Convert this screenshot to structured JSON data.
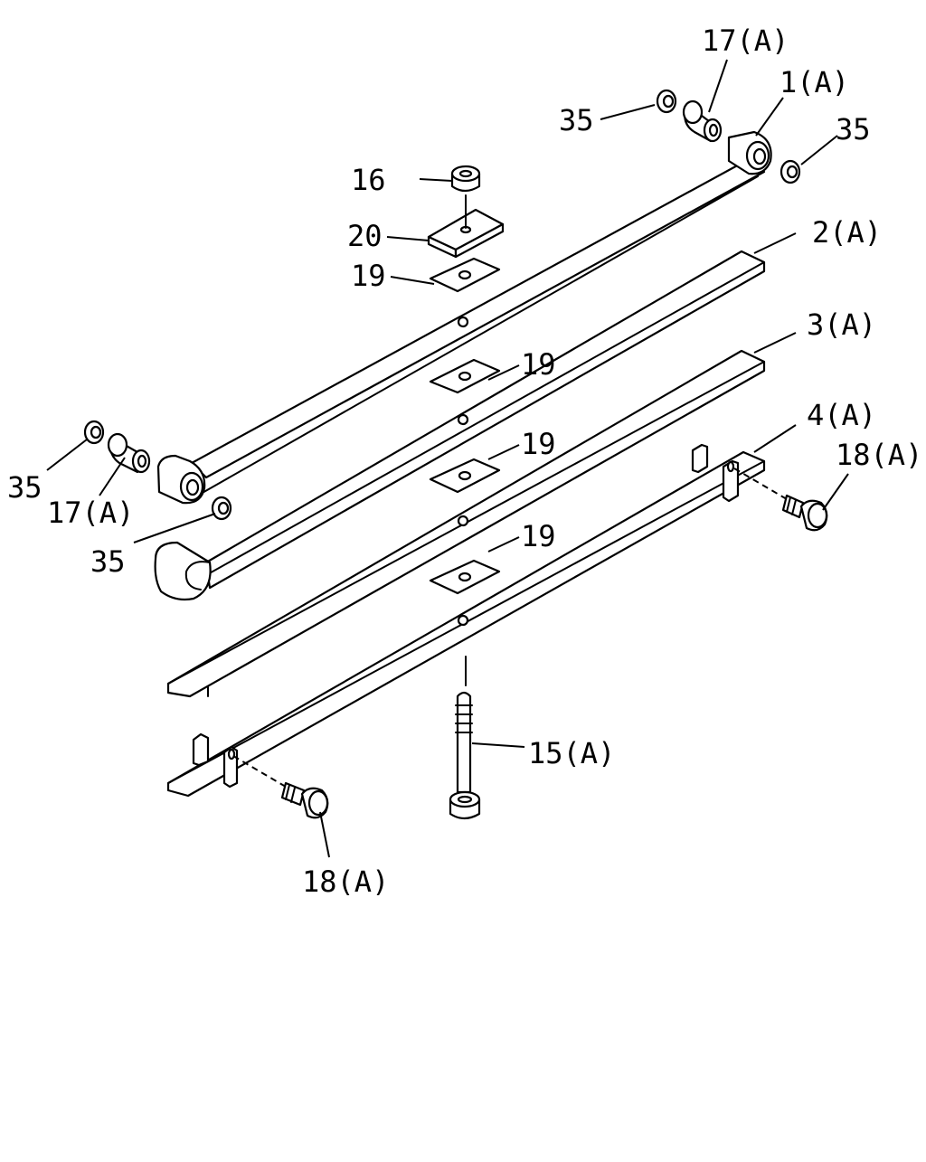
{
  "labels": {
    "l1": "1(A)",
    "l2": "2(A)",
    "l3": "3(A)",
    "l4": "4(A)",
    "l15": "15(A)",
    "l16": "16",
    "l17a": "17(A)",
    "l17b": "17(A)",
    "l18a": "18(A)",
    "l18b": "18(A)",
    "l19a": "19",
    "l19b": "19",
    "l19c": "19",
    "l19d": "19",
    "l20": "20",
    "l35a": "35",
    "l35b": "35",
    "l35c": "35",
    "l35d": "35"
  }
}
